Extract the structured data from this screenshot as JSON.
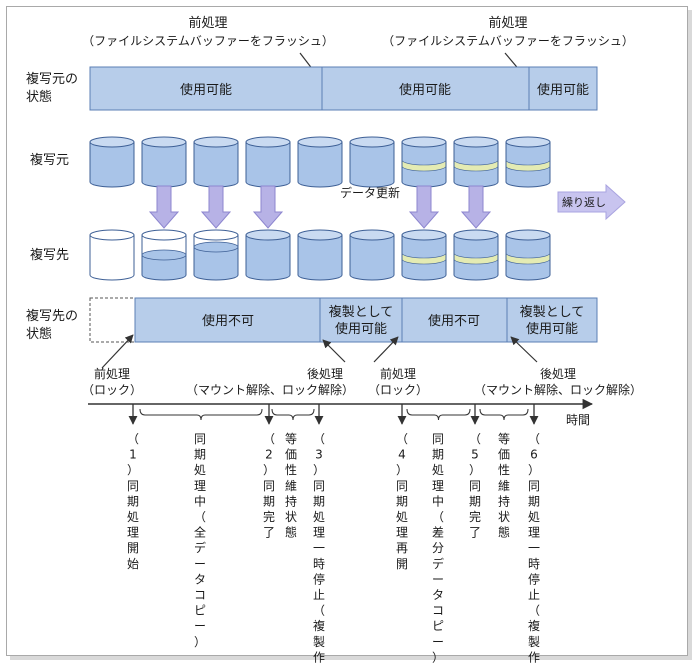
{
  "colors": {
    "bar_fill": "#b7cdea",
    "bar_stroke": "#5b7fb4",
    "disk_fill": "#a9c4e8",
    "disk_top": "#c9daf1",
    "disk_stroke": "#3d5f95",
    "disk_white": "#ffffff",
    "update_band": "#e4ebb3",
    "arrow_fill": "#b7b2e6",
    "arrow_stroke": "#8d86cf",
    "repeat_arrow": "#c8c4ef",
    "line": "#333333"
  },
  "labels": {
    "pre_process_1": "前処理",
    "pre_process_1_sub": "（ファイルシステムバッファーをフラッシュ）",
    "pre_process_2": "前処理",
    "pre_process_2_sub": "（ファイルシステムバッファーをフラッシュ）",
    "source_state_1": "複写元の",
    "source_state_2": "状態",
    "source": "複写元",
    "dest": "複写先",
    "dest_state_1": "複写先の",
    "dest_state_2": "状態",
    "data_update": "データ更新",
    "repeat": "繰り返し",
    "time": "時間"
  },
  "source_bar": [
    {
      "label": "使用可能"
    },
    {
      "label": "使用可能"
    },
    {
      "label": "使用可能"
    }
  ],
  "dest_bar": [
    {
      "label": "使用不可"
    },
    {
      "label_1": "複製として",
      "label_2": "使用可能"
    },
    {
      "label": "使用不可"
    },
    {
      "label_1": "複製として",
      "label_2": "使用可能"
    }
  ],
  "source_disks": [
    {
      "band": false
    },
    {
      "band": false
    },
    {
      "band": false
    },
    {
      "band": false
    },
    {
      "band": false
    },
    {
      "band": false
    },
    {
      "band": true
    },
    {
      "band": true
    },
    {
      "band": true
    }
  ],
  "dest_disks": [
    {
      "fill": 0,
      "band": false
    },
    {
      "fill": 0.5,
      "band": false
    },
    {
      "fill": 0.7,
      "band": false
    },
    {
      "fill": 1,
      "band": false
    },
    {
      "fill": 1,
      "band": false
    },
    {
      "fill": 1,
      "band": false
    },
    {
      "fill": 1,
      "band": true
    },
    {
      "fill": 1,
      "band": true
    },
    {
      "fill": 1,
      "band": true
    }
  ],
  "copy_arrows": [
    1,
    2,
    3,
    6,
    7
  ],
  "phase_labels": {
    "pre_lock_1a": "前処理",
    "pre_lock_1b": "（ロック）",
    "post_1a": "後処理",
    "post_1b": "（マウント解除、ロック解除）",
    "pre_lock_2a": "前処理",
    "pre_lock_2b": "（ロック）",
    "post_2a": "後処理",
    "post_2b": "（マウント解除、ロック解除）"
  },
  "events": [
    {
      "num": "（1）",
      "text": "同期処理開始"
    },
    {
      "num": "（2）",
      "text": "同期完了"
    },
    {
      "num": "（3）",
      "text": "同期処理一時停止（複製作成）"
    },
    {
      "num": "（4）",
      "text": "同期処理再開"
    },
    {
      "num": "（5）",
      "text": "同期完了"
    },
    {
      "num": "（6）",
      "text": "同期処理一時停止（複製作成）"
    }
  ],
  "periods": [
    {
      "text": "同期処理中（全データコピー）"
    },
    {
      "text": "等価性維持状態"
    },
    {
      "text": "同期処理中（差分データコピー）"
    },
    {
      "text": "等価性維持状態"
    }
  ]
}
